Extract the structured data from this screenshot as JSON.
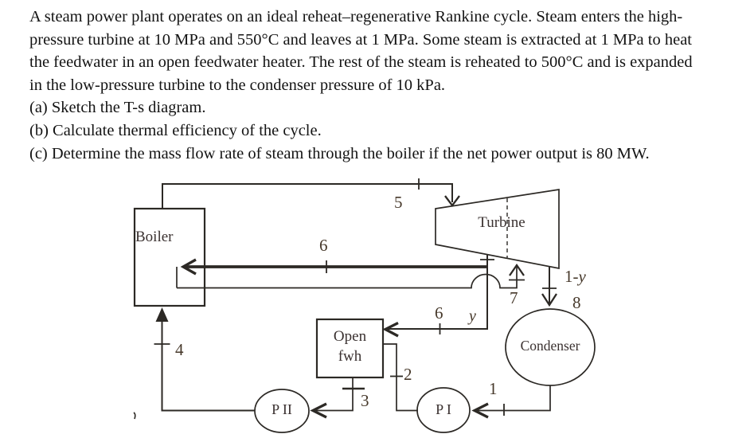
{
  "problem": {
    "lines": [
      "A steam power plant operates on an ideal reheat–regenerative Rankine cycle. Steam enters the high-",
      "pressure turbine at 10 MPa and 550°C and leaves at 1 MPa. Some steam is extracted at 1 MPa to heat",
      "the feedwater in an open feedwater heater. The rest of the steam is reheated to 500°C and is expanded",
      "in the low-pressure turbine to the condenser pressure of 10 kPa.",
      "(a) Sketch the T-s diagram.",
      "(b) Calculate thermal efficiency of the cycle.",
      "(c) Determine the mass flow rate of steam through the boiler if the net power output is 80 MW."
    ]
  },
  "diagram": {
    "boiler_label": "Boiler",
    "turbine_label": "Turbine",
    "condenser_label": "Condenser",
    "fwh_label_line1": "Open",
    "fwh_label_line2": "fwh",
    "pump1_label": "P I",
    "pump2_label": "P II",
    "states": {
      "s1": "1",
      "s2": "2",
      "s3": "3",
      "s4": "4",
      "s5": "5",
      "s6_reheat": "6",
      "s6_extraction": "6",
      "s7": "7",
      "s8": "8"
    },
    "flow_fractions": {
      "y": "y",
      "one_minus_y_prefix": "1-",
      "one_minus_y_symbol": "y"
    },
    "colors": {
      "ink": "#2c2925",
      "label_ink": "#46382a"
    }
  }
}
